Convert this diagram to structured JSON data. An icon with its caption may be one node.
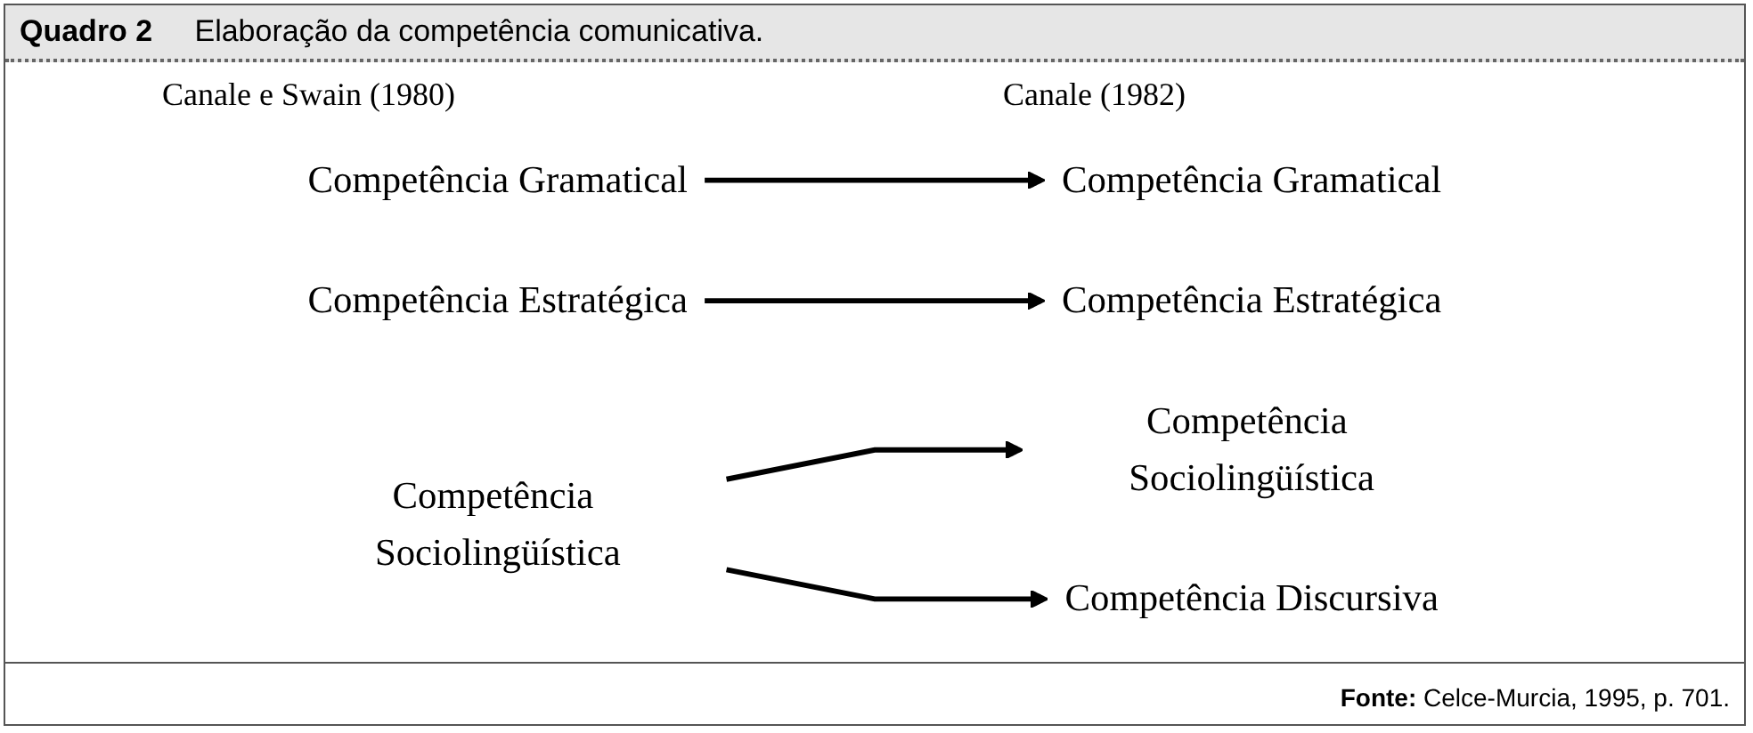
{
  "diagram": {
    "title": "**Quadro 2** Elaboração da competência comunicativa.",
    "caption": "**Fonte:** Celce-Murcia, 1995, p. 701.",
    "nodes": [
      {
        "text": [
          "Competência Gramatical"
        ]
      },
      {
        "text": [
          "Competência Estratégica"
        ]
      },
      {
        "text": [
          "Competência Sociolingüística"
        ]
      },
      {
        "text": [
          "Competência Gramatical"
        ]
      },
      {
        "text": [
          "Competência Estratégica"
        ]
      },
      {
        "text": [
          "Competência Sociolingüística"
        ]
      },
      {
        "text": [
          "Competência Discursiva"
        ]
      }
    ],
    "edges": [
      {
        "from": 0,
        "to": 3,
        "arrow": "to"
      },
      {
        "from": 1,
        "to": 4,
        "arrow": "to"
      },
      {
        "from": 2,
        "to": 5,
        "arrow": "to"
      },
      {
        "from": 2,
        "to": 6,
        "arrow": "to"
      }
    ],
    "labels": [
      "Canale e Swain (1980)",
      "Canale (1982)"
    ]
  }
}
